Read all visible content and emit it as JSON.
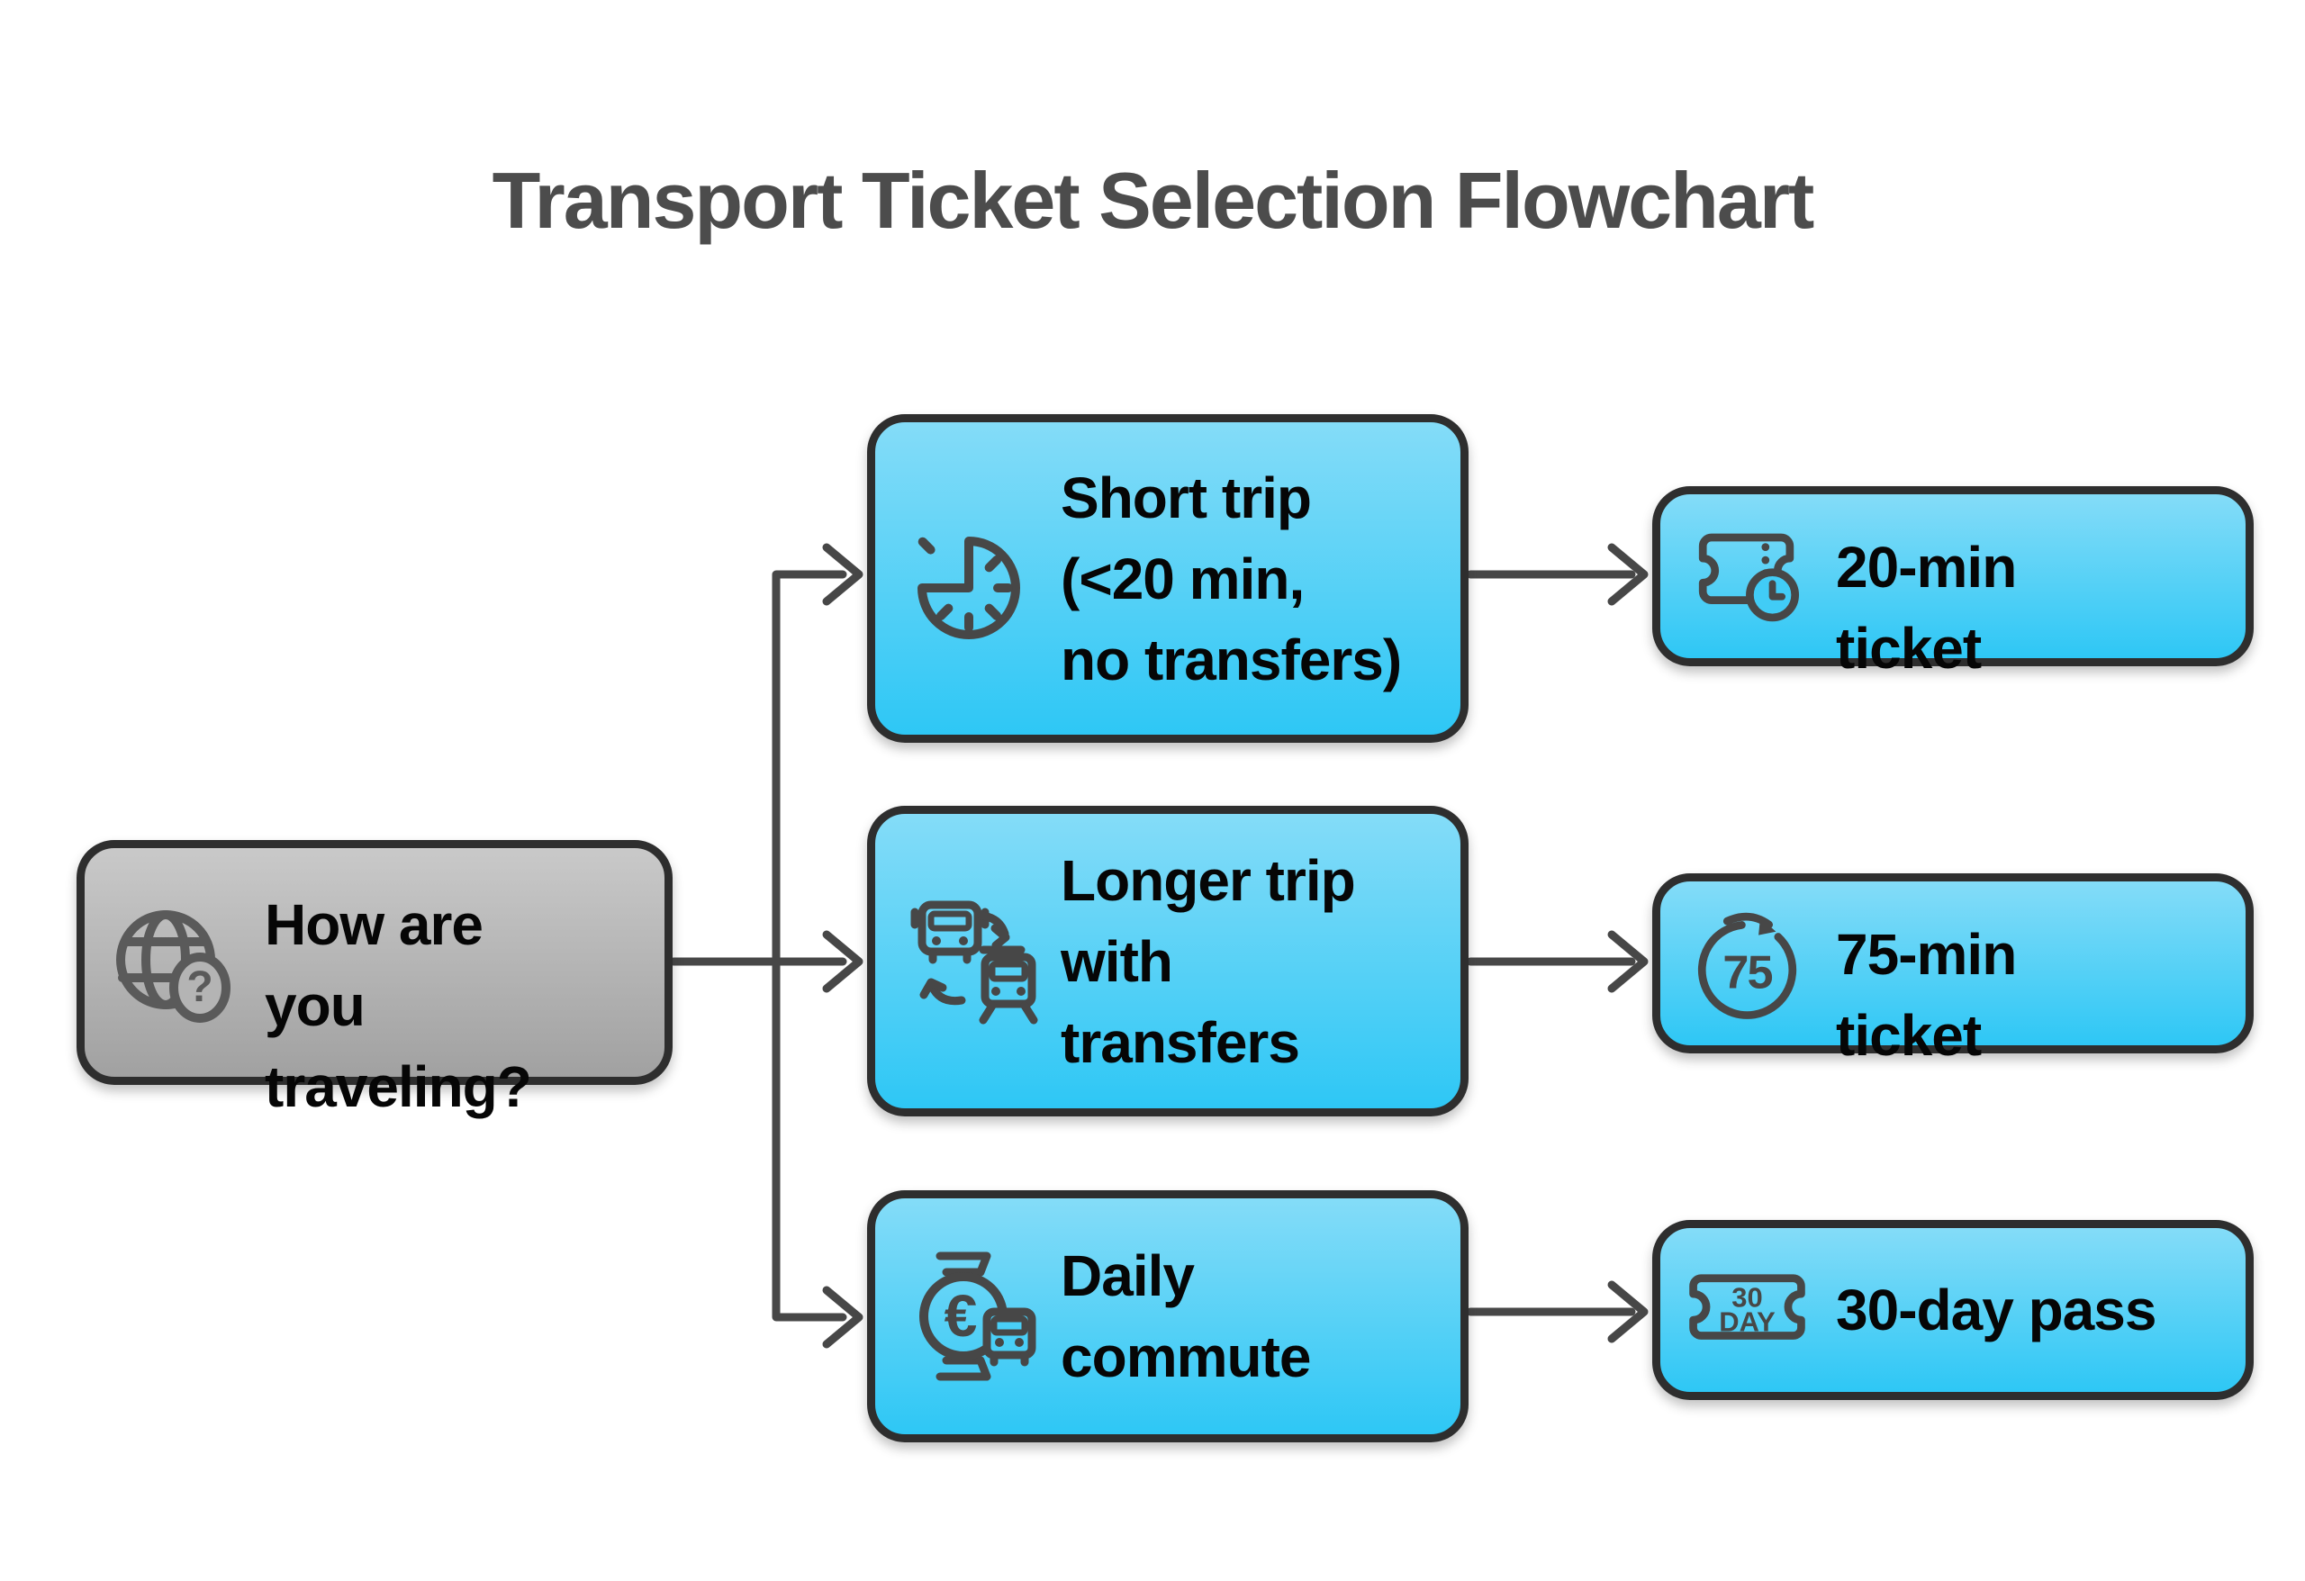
{
  "title": "Transport Ticket Selection Flowchart",
  "nodes": {
    "root": {
      "label": "How are\nyou\ntraveling?",
      "icon": "globe-question-icon"
    },
    "short_trip": {
      "label": "Short trip\n(<20 min,\nno transfers)",
      "icon": "timer-icon"
    },
    "longer_trip": {
      "label": "Longer trip\nwith\ntransfers",
      "icon": "bus-tram-transfer-icon"
    },
    "daily_commute": {
      "label": "Daily\ncommute",
      "icon": "watch-euro-bus-icon"
    },
    "ticket_20": {
      "label": "20-min\nticket",
      "icon": "ticket-clock-icon"
    },
    "ticket_75": {
      "label": "75-min\nticket",
      "icon": "seventy-five-loop-icon"
    },
    "pass_30": {
      "label": "30-day pass",
      "icon": "thirty-day-ticket-icon"
    }
  },
  "edges": [
    {
      "from": "root",
      "to": "short_trip"
    },
    {
      "from": "root",
      "to": "longer_trip"
    },
    {
      "from": "root",
      "to": "daily_commute"
    },
    {
      "from": "short_trip",
      "to": "ticket_20"
    },
    {
      "from": "longer_trip",
      "to": "ticket_75"
    },
    {
      "from": "daily_commute",
      "to": "pass_30"
    }
  ],
  "icon_labels": {
    "question_mark": "?",
    "euro_sign": "€",
    "loop_value": "75",
    "pass_days": "30",
    "pass_day_word": "DAY"
  },
  "colors": {
    "background": "#FFFFFF",
    "title_text": "#4C4C4C",
    "node_text": "#060606",
    "node_border": "#2E2E2E",
    "blue_fill_top": "#84DCF8",
    "blue_fill_bottom": "#2EC7F5",
    "gray_fill_top": "#C9C9C9",
    "gray_fill_bottom": "#A1A1A1",
    "connector": "#474747",
    "icon_stroke": "#474747"
  }
}
